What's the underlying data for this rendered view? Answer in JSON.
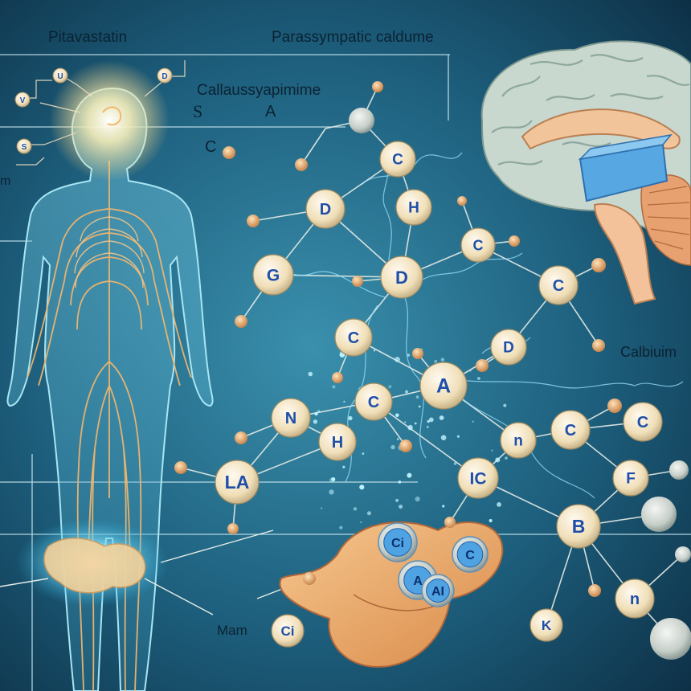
{
  "labels": {
    "title_left": "Pitavastatin",
    "title_right": "Parassympatic caldume",
    "callout": "Callaussyapimime",
    "sub_s": "S",
    "sub_a": "A",
    "letter_c": "C",
    "left_fragment": "m",
    "right": "Calbiuim",
    "bottom": "Mam"
  },
  "molecule_nodes": [
    {
      "id": "n1",
      "label": "C"
    },
    {
      "id": "n2",
      "label": "D"
    },
    {
      "id": "n3",
      "label": "H"
    },
    {
      "id": "n4",
      "label": "C"
    },
    {
      "id": "n5",
      "label": "G"
    },
    {
      "id": "n6",
      "label": "D"
    },
    {
      "id": "n7",
      "label": "C"
    },
    {
      "id": "n8",
      "label": "C"
    },
    {
      "id": "n9",
      "label": "C"
    },
    {
      "id": "n10",
      "label": "D"
    },
    {
      "id": "n11",
      "label": "A"
    },
    {
      "id": "n12",
      "label": "C"
    },
    {
      "id": "n13",
      "label": "N"
    },
    {
      "id": "n14",
      "label": "H"
    },
    {
      "id": "n15",
      "label": "n"
    },
    {
      "id": "n16",
      "label": "C"
    },
    {
      "id": "n17",
      "label": "LA"
    },
    {
      "id": "n18",
      "label": "IC"
    },
    {
      "id": "n19",
      "label": "F"
    },
    {
      "id": "n20",
      "label": "B"
    },
    {
      "id": "n21",
      "label": "n"
    },
    {
      "id": "n22",
      "label": "K"
    },
    {
      "id": "n23",
      "label": "Ci"
    },
    {
      "id": "n24",
      "label": "C"
    }
  ],
  "head_nodes": [
    "V",
    "U",
    "D",
    "S"
  ],
  "cluster_labels": [
    "Ci",
    "A",
    "AI",
    "C"
  ],
  "colors": {
    "background": "#0f3a52",
    "node_fill": "#f3e6c8",
    "node_text": "#1f4fa8",
    "nerve": "#e8b878",
    "glow": "#9fe9ff"
  }
}
